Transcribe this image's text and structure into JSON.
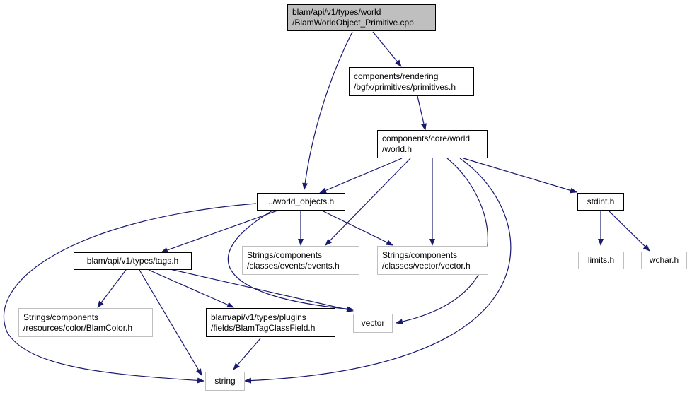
{
  "colors": {
    "edge": "#191970",
    "external_border": "#bfbfbf",
    "root_fill": "#bfbfbf"
  },
  "nodes": {
    "root": [
      "blam/api/v1/types/world",
      "/BlamWorldObject_Primitive.cpp"
    ],
    "primitives": [
      "components/rendering",
      "/bgfx/primitives/primitives.h"
    ],
    "world": [
      "components/core/world",
      "/world.h"
    ],
    "world_objects": [
      "../world_objects.h"
    ],
    "stdint": [
      "stdint.h"
    ],
    "events": [
      "Strings/components",
      "/classes/events/events.h"
    ],
    "vector_h": [
      "Strings/components",
      "/classes/vector/vector.h"
    ],
    "limits": [
      "limits.h"
    ],
    "wchar": [
      "wchar.h"
    ],
    "tags": [
      "blam/api/v1/types/tags.h"
    ],
    "blamcolor": [
      "Strings/components",
      "/resources/color/BlamColor.h"
    ],
    "tagclassfield": [
      "blam/api/v1/types/plugins",
      "/fields/BlamTagClassField.h"
    ],
    "vector": [
      "vector"
    ],
    "string": [
      "string"
    ]
  }
}
